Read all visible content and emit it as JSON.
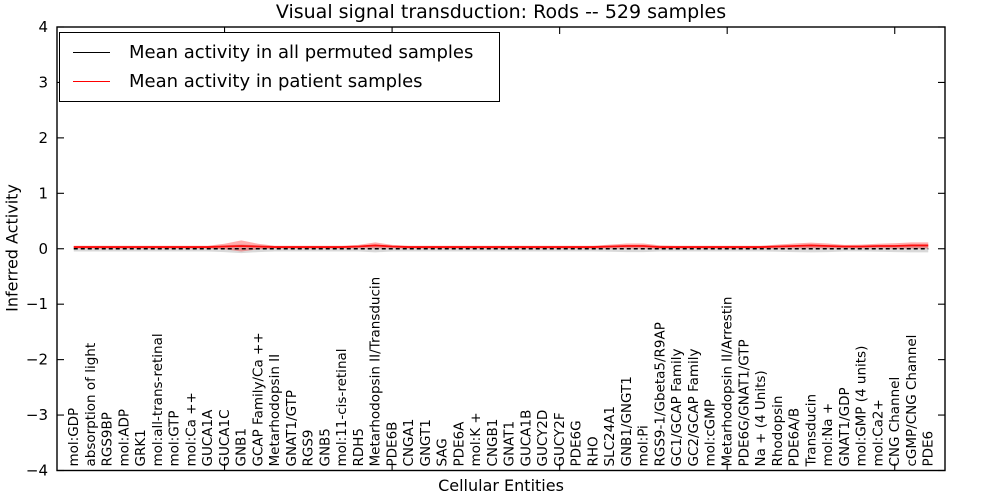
{
  "title": "Visual signal transduction: Rods -- 529 samples",
  "legend": {
    "entries": [
      {
        "label": "Mean activity in all permuted samples",
        "color": "#000000"
      },
      {
        "label": "Mean activity in patient samples",
        "color": "#ff0000"
      }
    ]
  },
  "chart_data": {
    "type": "line",
    "title": "Visual signal transduction: Rods -- 529 samples",
    "xlabel": "Cellular Entities",
    "ylabel": "Inferred Activity",
    "ylim": [
      -4,
      4
    ],
    "yticks": [
      -4,
      -3,
      -2,
      -1,
      0,
      1,
      2,
      3,
      4
    ],
    "ytick_labels": [
      "−4",
      "−3",
      "−2",
      "−1",
      "0",
      "1",
      "2",
      "3",
      "4"
    ],
    "xlim": [
      0,
      53
    ],
    "top_axis_ticks_x": [
      10,
      20,
      30,
      40,
      50
    ],
    "grid": false,
    "legend_position": "upper left",
    "categories": [
      "mol:GDP",
      "absorption of light",
      "RGS9BP",
      "mol:ADP",
      "GRK1",
      "mol:all-trans-retinal",
      "mol:GTP",
      "mol:Ca ++",
      "GUCA1A",
      "GUCA1C",
      "GNB1",
      "GCAP Family/Ca ++",
      "Metarhodopsin II",
      "GNAT1/GTP",
      "RGS9",
      "GNB5",
      "mol:11-cis-retinal",
      "RDH5",
      "Metarhodopsin II/Transducin",
      "PDE6B",
      "CNGA1",
      "GNGT1",
      "SAG",
      "PDE6A",
      "mol:K +",
      "CNGB1",
      "GNAT1",
      "GUCA1B",
      "GUCY2D",
      "GUCY2F",
      "PDE6G",
      "RHO",
      "SLC24A1",
      "GNB1/GNGT1",
      "mol:Pi",
      "RGS9-1/Gbeta5/R9AP",
      "GC1/GCAP Family",
      "GC2/GCAP Family",
      "mol:cGMP",
      "Metarhodopsin II/Arrestin",
      "PDE6G/GNAT1/GTP",
      "Na + (4 Units)",
      "Rhodopsin",
      "PDE6A/B",
      "Transducin",
      "mol:Na +",
      "GNAT1/GDP",
      "mol:GMP (4 units)",
      "mol:Ca2+",
      "CNG Channel",
      "cGMP/CNG Channel",
      "PDE6"
    ],
    "series": [
      {
        "name": "Mean activity in all permuted samples",
        "color": "#000000",
        "style": "dashed",
        "values": [
          0,
          0,
          0,
          0,
          0,
          0,
          0,
          0,
          0,
          0,
          0,
          0,
          0,
          0,
          0,
          0,
          0,
          0,
          0,
          0,
          0,
          0,
          0,
          0,
          0,
          0,
          0,
          0,
          0,
          0,
          0,
          0,
          0,
          0,
          0,
          0,
          0,
          0,
          0,
          0,
          0,
          0,
          0,
          0,
          0,
          0,
          0,
          0,
          0,
          0,
          0,
          0
        ]
      },
      {
        "name": "Mean activity in patient samples",
        "color": "#ff0000",
        "style": "solid",
        "values": [
          0.03,
          0.03,
          0.03,
          0.03,
          0.03,
          0.03,
          0.03,
          0.03,
          0.03,
          0.04,
          0.05,
          0.04,
          0.03,
          0.03,
          0.03,
          0.03,
          0.03,
          0.04,
          0.06,
          0.04,
          0.03,
          0.03,
          0.03,
          0.03,
          0.03,
          0.03,
          0.03,
          0.03,
          0.03,
          0.03,
          0.03,
          0.03,
          0.04,
          0.05,
          0.05,
          0.03,
          0.03,
          0.03,
          0.03,
          0.03,
          0.03,
          0.03,
          0.04,
          0.05,
          0.06,
          0.05,
          0.04,
          0.04,
          0.05,
          0.05,
          0.06,
          0.06
        ]
      }
    ],
    "patient_band_halfwidth": [
      0.025,
      0.025,
      0.025,
      0.025,
      0.025,
      0.025,
      0.025,
      0.025,
      0.025,
      0.05,
      0.1,
      0.05,
      0.025,
      0.025,
      0.025,
      0.025,
      0.025,
      0.03,
      0.055,
      0.03,
      0.025,
      0.025,
      0.025,
      0.025,
      0.025,
      0.025,
      0.025,
      0.025,
      0.025,
      0.025,
      0.025,
      0.025,
      0.035,
      0.045,
      0.045,
      0.03,
      0.025,
      0.025,
      0.025,
      0.025,
      0.025,
      0.025,
      0.035,
      0.045,
      0.05,
      0.045,
      0.03,
      0.035,
      0.04,
      0.05,
      0.055,
      0.055
    ],
    "permuted_band_halfwidth": [
      0.05,
      0.05,
      0.05,
      0.05,
      0.05,
      0.05,
      0.05,
      0.05,
      0.05,
      0.06,
      0.08,
      0.06,
      0.05,
      0.05,
      0.05,
      0.05,
      0.05,
      0.05,
      0.065,
      0.05,
      0.05,
      0.05,
      0.05,
      0.05,
      0.05,
      0.05,
      0.05,
      0.05,
      0.05,
      0.05,
      0.05,
      0.05,
      0.055,
      0.06,
      0.06,
      0.05,
      0.05,
      0.05,
      0.05,
      0.05,
      0.05,
      0.05,
      0.055,
      0.06,
      0.065,
      0.06,
      0.05,
      0.05,
      0.055,
      0.06,
      0.065,
      0.065
    ],
    "colors": {
      "frame": "#000000",
      "permuted_line": "#000000",
      "patient_line": "#ff0000",
      "permuted_band": "#cfcfcf",
      "background": "#ffffff"
    }
  }
}
